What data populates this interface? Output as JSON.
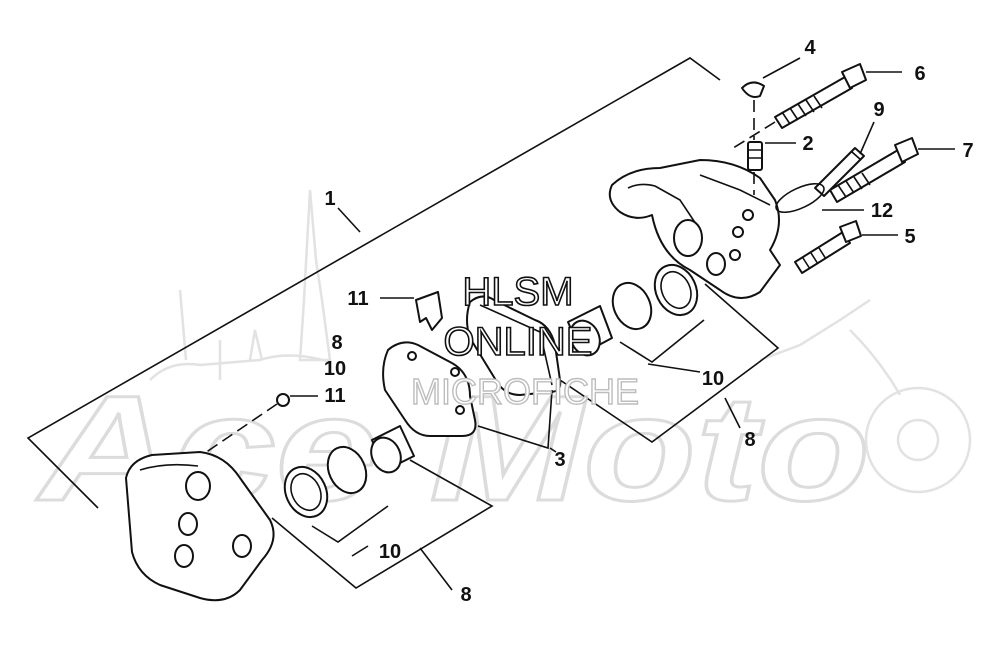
{
  "watermark": {
    "line1": "HLSM",
    "line2": "ONLINE",
    "line3": "MICROFICHE",
    "brand": "Ace Moto"
  },
  "callouts": {
    "c1": "1",
    "c2": "2",
    "c3": "3",
    "c4": "4",
    "c5": "5",
    "c6": "6",
    "c7": "7",
    "c8_top": "8",
    "c8_right": "8",
    "c8_bottom": "8",
    "c9": "9",
    "c10_left": "10",
    "c10_right": "10",
    "c10_bottom": "10",
    "c11_top": "11",
    "c11_left": "11",
    "c12": "12"
  },
  "colors": {
    "ink": "#111111",
    "background": "#ffffff",
    "watermark_gray": "#dcdcdc"
  }
}
